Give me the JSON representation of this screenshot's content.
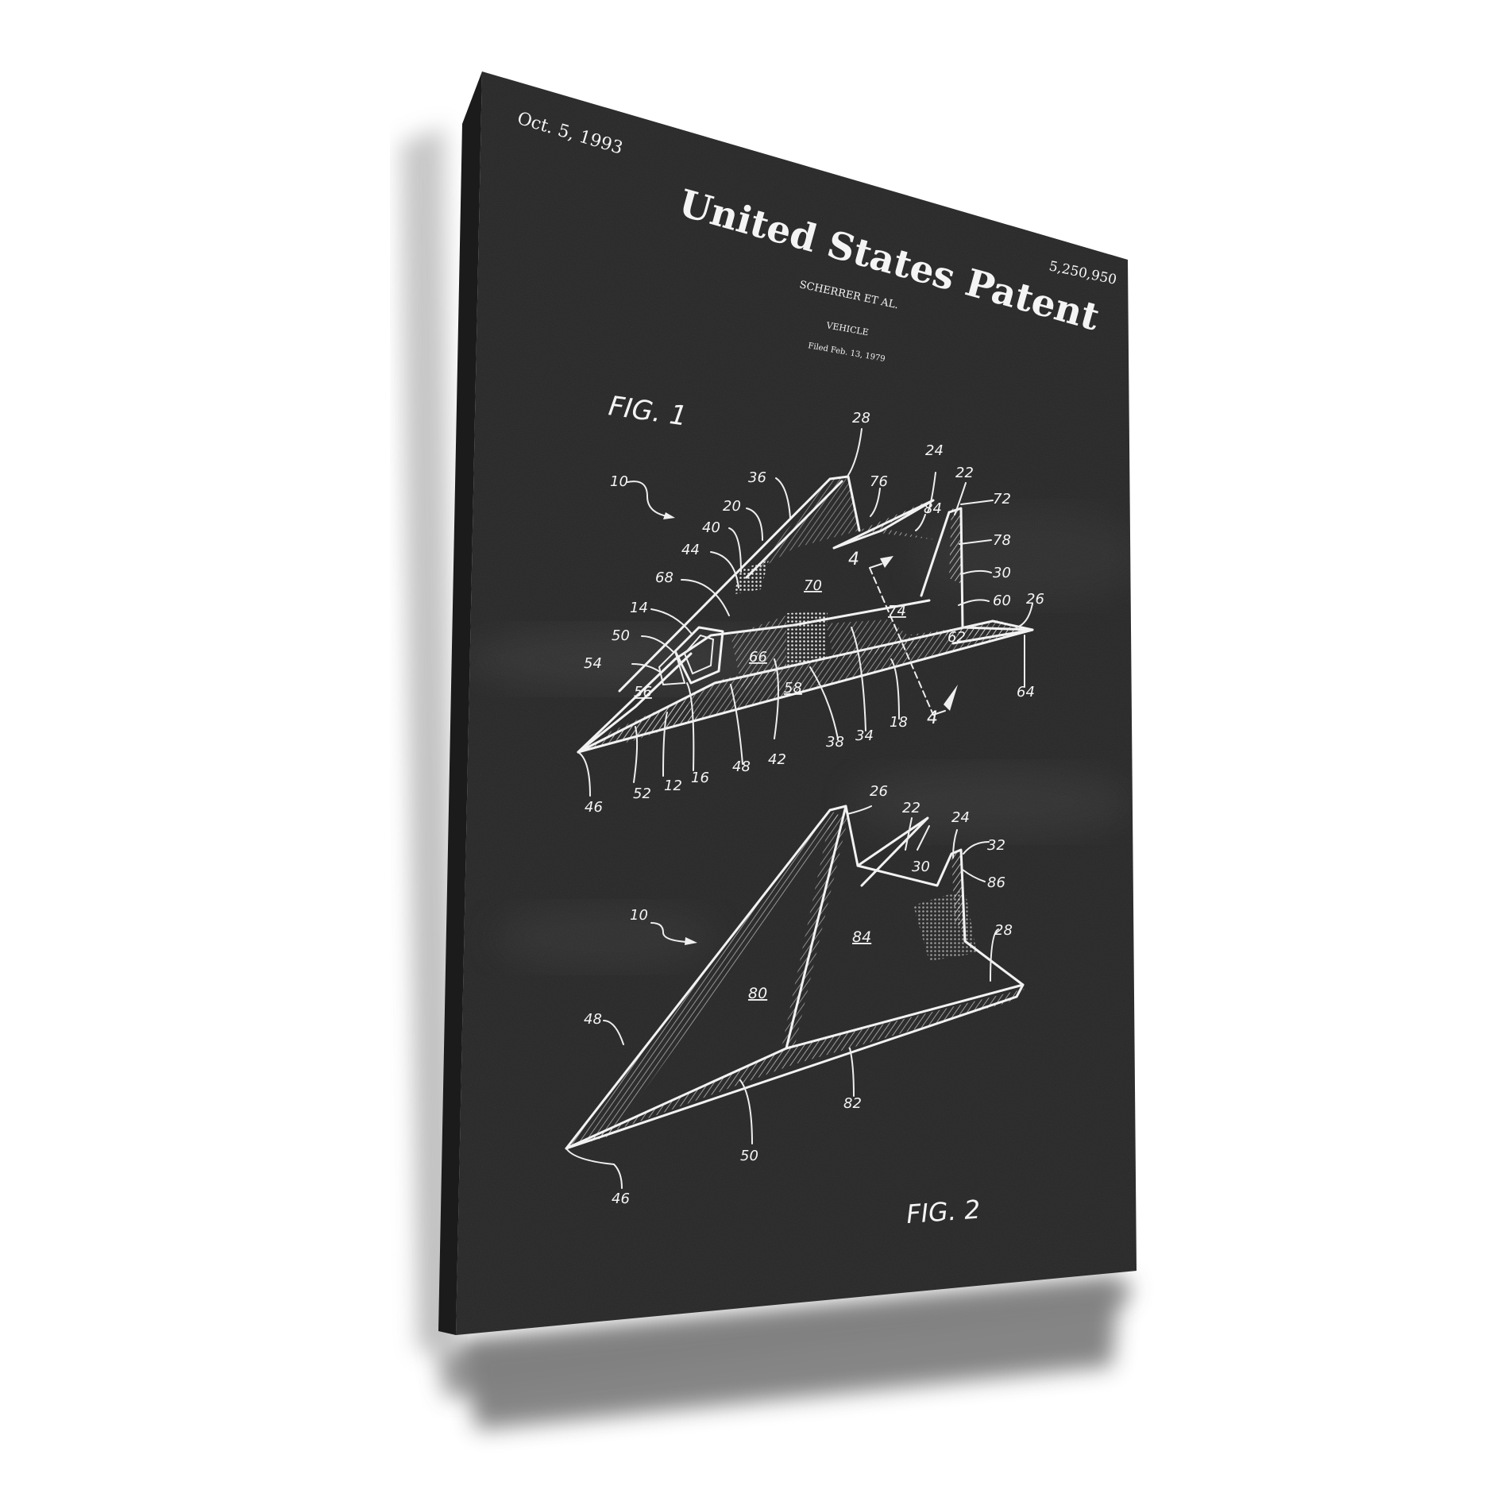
{
  "product": {
    "type": "gallery-wrapped canvas print",
    "style": "chalkboard blueprint"
  },
  "colors": {
    "background": "#ffffff",
    "canvas_face": "#262626",
    "canvas_edge": "#1b1b1b",
    "wall_shadow": "#7a7a7a",
    "ink": "#f4f4f4"
  },
  "patent": {
    "date": "Oct. 5, 1993",
    "heading": "United States Patent",
    "number": "5,250,950",
    "inventors": "SCHERRER ET AL.",
    "title": "VEHICLE",
    "filed": "Filed Feb. 13, 1979"
  },
  "figures": [
    {
      "label": "FIG. 1",
      "reference_numerals": [
        "10",
        "28",
        "24",
        "22",
        "72",
        "36",
        "76",
        "20",
        "84",
        "78",
        "40",
        "44",
        "4",
        "30",
        "68",
        "70",
        "60",
        "26",
        "14",
        "74",
        "50",
        "62",
        "54",
        "66",
        "56",
        "58",
        "18",
        "4",
        "64",
        "38",
        "34",
        "12",
        "16",
        "48",
        "42",
        "46",
        "52"
      ]
    },
    {
      "label": "FIG. 2",
      "reference_numerals": [
        "26",
        "22",
        "24",
        "32",
        "30",
        "86",
        "10",
        "84",
        "28",
        "80",
        "48",
        "82",
        "50",
        "46"
      ]
    }
  ],
  "fig1": {
    "label": "FIG. 1",
    "n10": "10",
    "n28": "28",
    "n24": "24",
    "n22": "22",
    "n72": "72",
    "n36": "36",
    "n76": "76",
    "n20": "20",
    "n84": "84",
    "n78": "78",
    "n40": "40",
    "n44": "44",
    "n4a": "4",
    "n30": "30",
    "n68": "68",
    "n70": "70",
    "n60": "60",
    "n26": "26",
    "n14": "14",
    "n74": "74",
    "n50": "50",
    "n62": "62",
    "n54": "54",
    "n66": "66",
    "n56": "56",
    "n58": "58",
    "n18": "18",
    "n4b": "4",
    "n64": "64",
    "n38": "38",
    "n34": "34",
    "n12": "12",
    "n16": "16",
    "n48": "48",
    "n42": "42",
    "n46": "46",
    "n52": "52"
  },
  "fig2": {
    "label": "FIG. 2",
    "n26": "26",
    "n22": "22",
    "n24": "24",
    "n32": "32",
    "n30": "30",
    "n86": "86",
    "n10": "10",
    "n84": "84",
    "n28": "28",
    "n80": "80",
    "n48": "48",
    "n82": "82",
    "n50": "50",
    "n46": "46"
  }
}
